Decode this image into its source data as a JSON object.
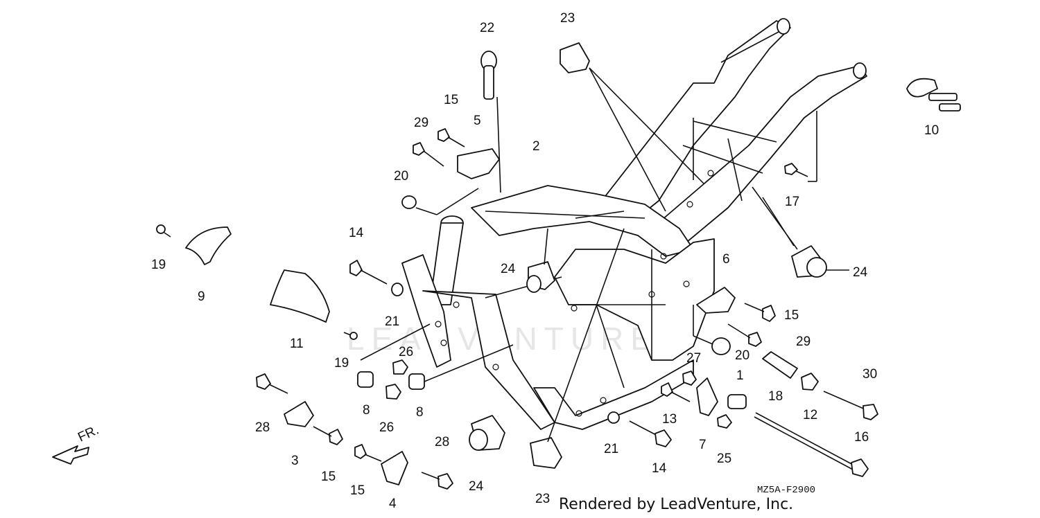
{
  "labels": {
    "p1": "1",
    "p2": "2",
    "p3": "3",
    "p4": "4",
    "p5": "5",
    "p6": "6",
    "p7": "7",
    "p8a": "8",
    "p8b": "8",
    "p9": "9",
    "p10": "10",
    "p11": "11",
    "p12": "12",
    "p13": "13",
    "p14a": "14",
    "p14b": "14",
    "p15a": "15",
    "p15b": "15",
    "p15c": "15",
    "p15d": "15",
    "p16": "16",
    "p17": "17",
    "p18": "18",
    "p19a": "19",
    "p19b": "19",
    "p20a": "20",
    "p20b": "20",
    "p21a": "21",
    "p21b": "21",
    "p22": "22",
    "p23a": "23",
    "p23b": "23",
    "p24a": "24",
    "p24b": "24",
    "p24c": "24",
    "p25": "25",
    "p26a": "26",
    "p26b": "26",
    "p27": "27",
    "p28a": "28",
    "p28b": "28",
    "p29a": "29",
    "p29b": "29",
    "p30": "30"
  },
  "direction_indicator": "FR.",
  "diagram_code": "MZ5A-F2900",
  "credit": "Rendered by LeadVenture, Inc.",
  "watermark": "LEADVENTURE"
}
